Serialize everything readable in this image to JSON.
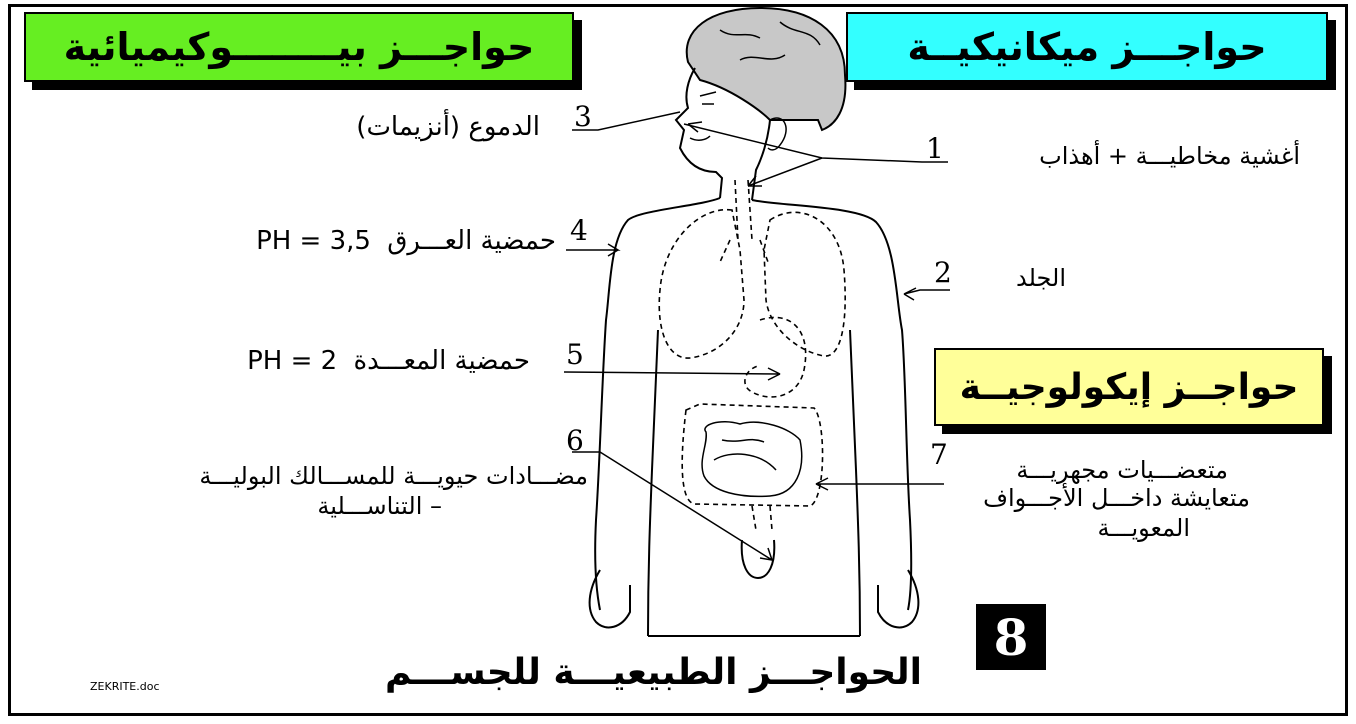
{
  "boxes": {
    "biochemical": {
      "title": "حواجـــز بيــــــــوكيميائية",
      "color": "#66ee22"
    },
    "mechanical": {
      "title": "حواجـــز ميكانيكيــة",
      "color": "#33ffff"
    },
    "ecological": {
      "title": "حواجــز إيكولوجيــة",
      "color": "#ffff99"
    }
  },
  "numbers": {
    "n1": "1",
    "n2": "2",
    "n3": "3",
    "n4": "4",
    "n5": "5",
    "n6": "6",
    "n7": "7"
  },
  "labels": {
    "tears": "الدموع  (أنزيمات)",
    "membranes": "أغشية مخاطيـــة + أهذاب",
    "sweat_acidity": "حمضية العـــرق",
    "sweat_ph": "PH = 3,5",
    "skin": "الجلد",
    "stomach_acidity": "حمضية المعـــدة",
    "stomach_ph": "PH = 2",
    "antibodies_line1": "مضـــادات حيويـــة للمســـالك البوليـــة",
    "antibodies_line2": "– التناســـلية",
    "micro_line1": "متعضـــيات مجهريـــة",
    "micro_line2": "متعايشة داخـــل الأجـــواف",
    "micro_line3": "المعويـــة"
  },
  "footer": {
    "title": "الحواجـــز الطبيعيـــة للجســـم",
    "page_number": "8",
    "filename": "ZEKRITE.doc"
  }
}
